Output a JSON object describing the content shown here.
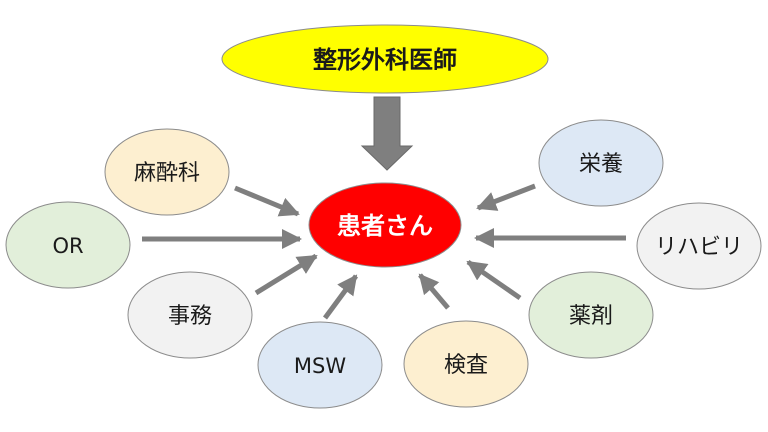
{
  "nodes": {
    "doctor": {
      "text": "整形外科医師",
      "fill": "#ffff00"
    },
    "patient": {
      "text": "患者さん",
      "fill": "#ff0000",
      "text_color": "#ffffff"
    },
    "anesthesia": {
      "text": "麻酔科",
      "fill": "#fdefd0"
    },
    "or": {
      "text": "OR",
      "fill": "#e2efda"
    },
    "office": {
      "text": "事務",
      "fill": "#f2f2f2"
    },
    "msw": {
      "text": "MSW",
      "fill": "#dde8f5"
    },
    "exam": {
      "text": "検査",
      "fill": "#fdefd0"
    },
    "nutrition": {
      "text": "栄養",
      "fill": "#dde8f5"
    },
    "rehab": {
      "text": "リハビリ",
      "fill": "#f2f2f2"
    },
    "pharmacy": {
      "text": "薬剤",
      "fill": "#e2efda"
    }
  },
  "colors": {
    "arrow": "#7f7f7f",
    "outline": "#8c8c8c"
  }
}
